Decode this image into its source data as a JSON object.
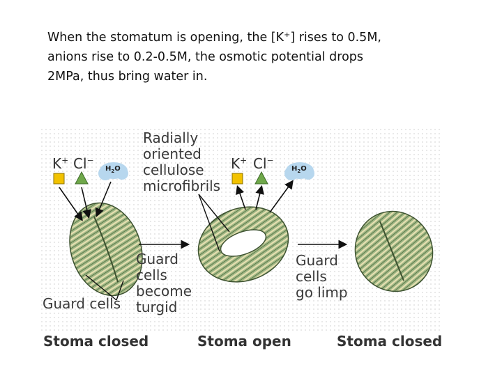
{
  "headline": {
    "line1": "When the stomatum is opening, the [K⁺] rises to 0.5M,",
    "line2": "anions rise to 0.2-0.5M,  the osmotic potential drops",
    "line3": "2MPa, thus bring water in."
  },
  "diagram": {
    "microfibril_label": [
      "Radially",
      "oriented",
      "cellulose",
      "microfibrils"
    ],
    "potassium_ion": "K",
    "chloride_ion": "Cl",
    "ion_charge_plus": "+",
    "ion_charge_minus": "−",
    "water": "H",
    "water_sub": "2",
    "water_o": "O",
    "guard_cells_label": "Guard cells",
    "turgid_label": [
      "Guard",
      "cells",
      "become",
      "turgid"
    ],
    "limp_label": [
      "Guard",
      "cells",
      "go limp"
    ],
    "captions": [
      "Stoma closed",
      "Stoma open",
      "Stoma closed"
    ],
    "colors": {
      "cell_green": "#9fb786",
      "stripe_cream": "#e7e0b0",
      "potassium_square": "#f2c200",
      "chloride_triangle": "#6fa84a",
      "water_cloud": "#b7d7ee",
      "dot_grid": "#d9d9d9"
    }
  }
}
